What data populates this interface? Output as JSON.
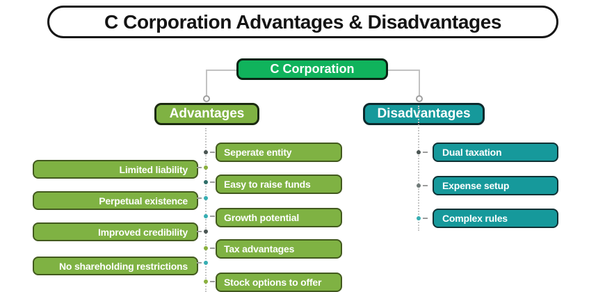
{
  "title": "C Corporation Advantages & Disadvantages",
  "root_label": "C Corporation",
  "branches": [
    {
      "label": "Advantages"
    },
    {
      "label": "Disadvantages"
    }
  ],
  "advantages_left": [
    "Limited liability",
    "Perpetual existence",
    "Improved credibility",
    "No shareholding restrictions"
  ],
  "advantages_right": [
    "Seperate entity",
    "Easy to raise funds",
    "Growth potential",
    "Tax advantages",
    "Stock options to offer"
  ],
  "disadvantages": [
    "Dual taxation",
    "Expense setup",
    "Complex rules"
  ],
  "colors": {
    "root_green": "#10b35c",
    "advantage_green": "#7fb243",
    "disadvantage_teal": "#16999b",
    "connector_gray": "#c2c2c2"
  }
}
